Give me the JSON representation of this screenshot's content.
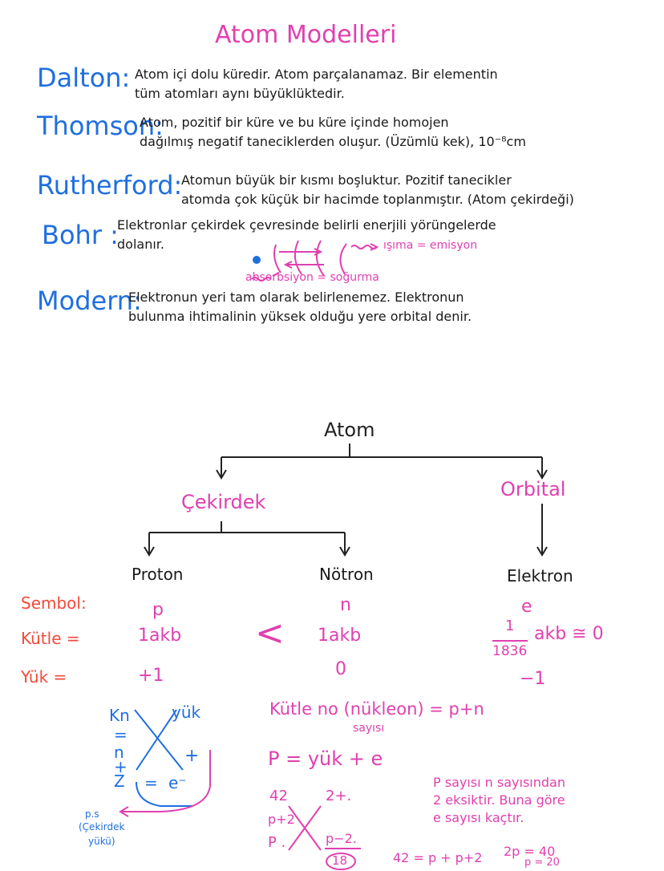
{
  "title": "Atom Modelleri",
  "models": [
    {
      "name": "Dalton:",
      "line1": "Atom içi dolu küredir. Atom parçalanamaz. Bir elementin",
      "line2": "tüm atomları aynı büyüklüktedir."
    },
    {
      "name": "Thomson:",
      "line1": "Atom, pozitif bir küre ve bu küre içinde homojen",
      "line2": "dağılmış negatif taneciklerden oluşur. (Üzümlü kek), 10⁻⁸cm"
    },
    {
      "name": "Rutherford:",
      "line1": "Atomun büyük bir kısmı boşluktur. Pozitif tanecikler",
      "line2": "atomda çok küçük bir hacimde toplanmıştır. (Atom çekirdeği)"
    },
    {
      "name": "Bohr :",
      "line1": "Elektronlar çekirdek çevresinde belirli enerjili yörüngelerde",
      "line2": "dolanır."
    },
    {
      "name": "Modern:",
      "line1": "Elektronun yeri tam olarak belirlenemez. Elektronun",
      "line2": "bulunma ihtimalinin yüksek olduğu yere orbital denir."
    }
  ],
  "bohr_labels": {
    "emission": "ışıma = emisyon",
    "absorption": "absorbsiyon = soğurma"
  },
  "tree": {
    "root": "Atom",
    "left": "Çekirdek",
    "right": "Orbital",
    "proton": "Proton",
    "neutron": "Nötron",
    "electron": "Elektron"
  },
  "table": {
    "rows": [
      {
        "label": "Sembol:",
        "proton": "p",
        "neutron": "n",
        "electron": "e"
      },
      {
        "label": "Kütle =",
        "proton": "1akb",
        "neutron": "1akb",
        "electron_num": "1",
        "electron_den": "1836",
        "electron_suffix": "akb ≅ 0"
      },
      {
        "label": "Yük =",
        "proton": "+1",
        "neutron": "0",
        "electron": "−1"
      }
    ],
    "compare": "<"
  },
  "cross": {
    "kn": "Kn",
    "eq1": "=",
    "n": "n",
    "plus": "+",
    "z": "Z",
    "eq2": "=",
    "yuk": "yük",
    "plus2": "+",
    "e": "e⁻",
    "note_line1": "p.s",
    "note_line2": "(Çekirdek",
    "note_line3": "yükü)"
  },
  "formulas": {
    "f1": "Kütle no (nükleon) = p+n",
    "f1_sub": "sayısı",
    "f2": "P = yük + e"
  },
  "example": {
    "a": "42",
    "b": "2+.",
    "c": "p+2",
    "d": "P .",
    "e": "p−2.",
    "f": "18",
    "note1": "P sayısı n sayısından",
    "note2": "2 eksiktir. Buna göre",
    "note3": "e sayısı kaçtır.",
    "calc1": "42 = p + p+2",
    "calc2": "2p = 40",
    "calc3": "p = 20"
  },
  "colors": {
    "magenta": "#e040b0",
    "blue": "#1f6fe0",
    "red": "#f04a3a"
  }
}
